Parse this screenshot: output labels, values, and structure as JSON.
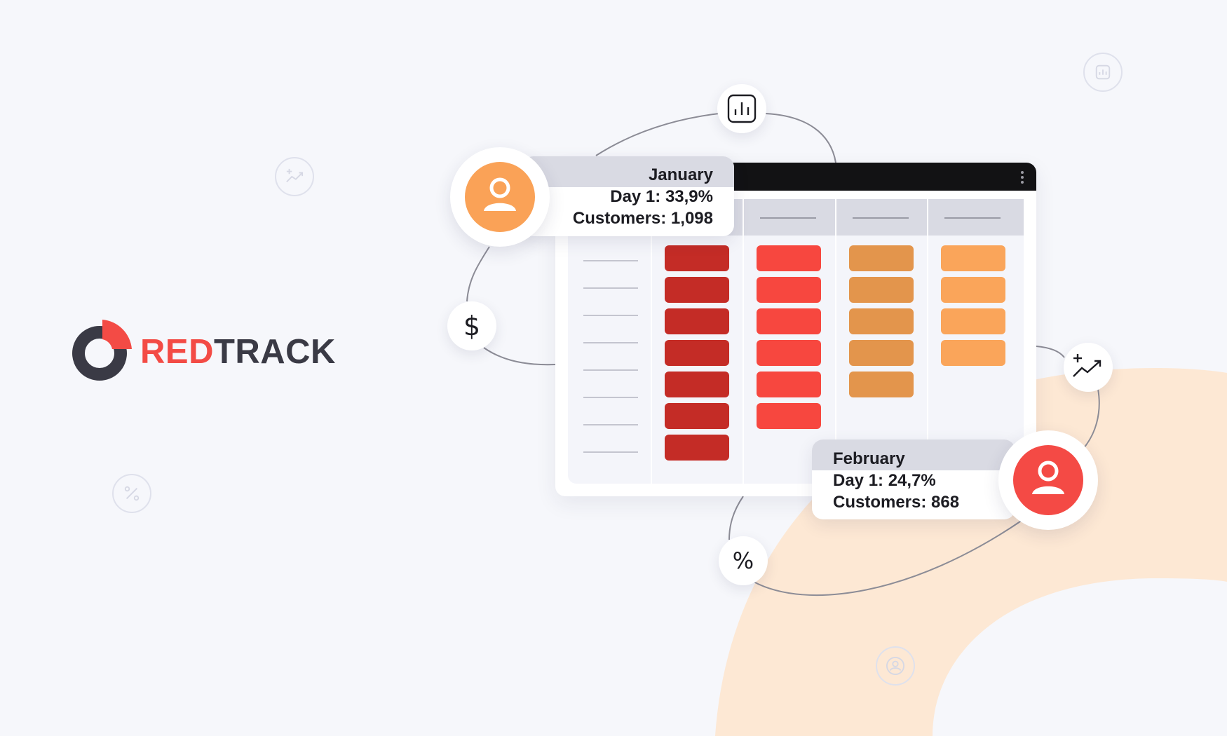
{
  "brand": {
    "name_part1": "RED",
    "name_part2": "TRACK",
    "color_red": "#f34b45",
    "color_dark": "#3a3a45"
  },
  "cohorts": [
    {
      "month": "January",
      "day1_label": "Day 1: 33,9%",
      "customers_label": "Customers: 1,098",
      "avatar_color": "#faa257"
    },
    {
      "month": "February",
      "day1_label": "Day 1: 24,7%",
      "customers_label": "Customers: 868",
      "avatar_color": "#f44a45"
    }
  ],
  "table": {
    "columns": [
      {
        "color": "#c42c26",
        "rows": 7
      },
      {
        "color": "#f7473f",
        "rows": 6
      },
      {
        "color": "#e3954c",
        "rows": 5
      },
      {
        "color": "#faa55a",
        "rows": 4
      }
    ],
    "row_labels": 8
  },
  "icons": [
    "chart-icon",
    "dollar-icon",
    "trend-up-icon",
    "percent-icon",
    "user-icon"
  ],
  "node_labels": {
    "dollar": "$",
    "percent": "%"
  }
}
